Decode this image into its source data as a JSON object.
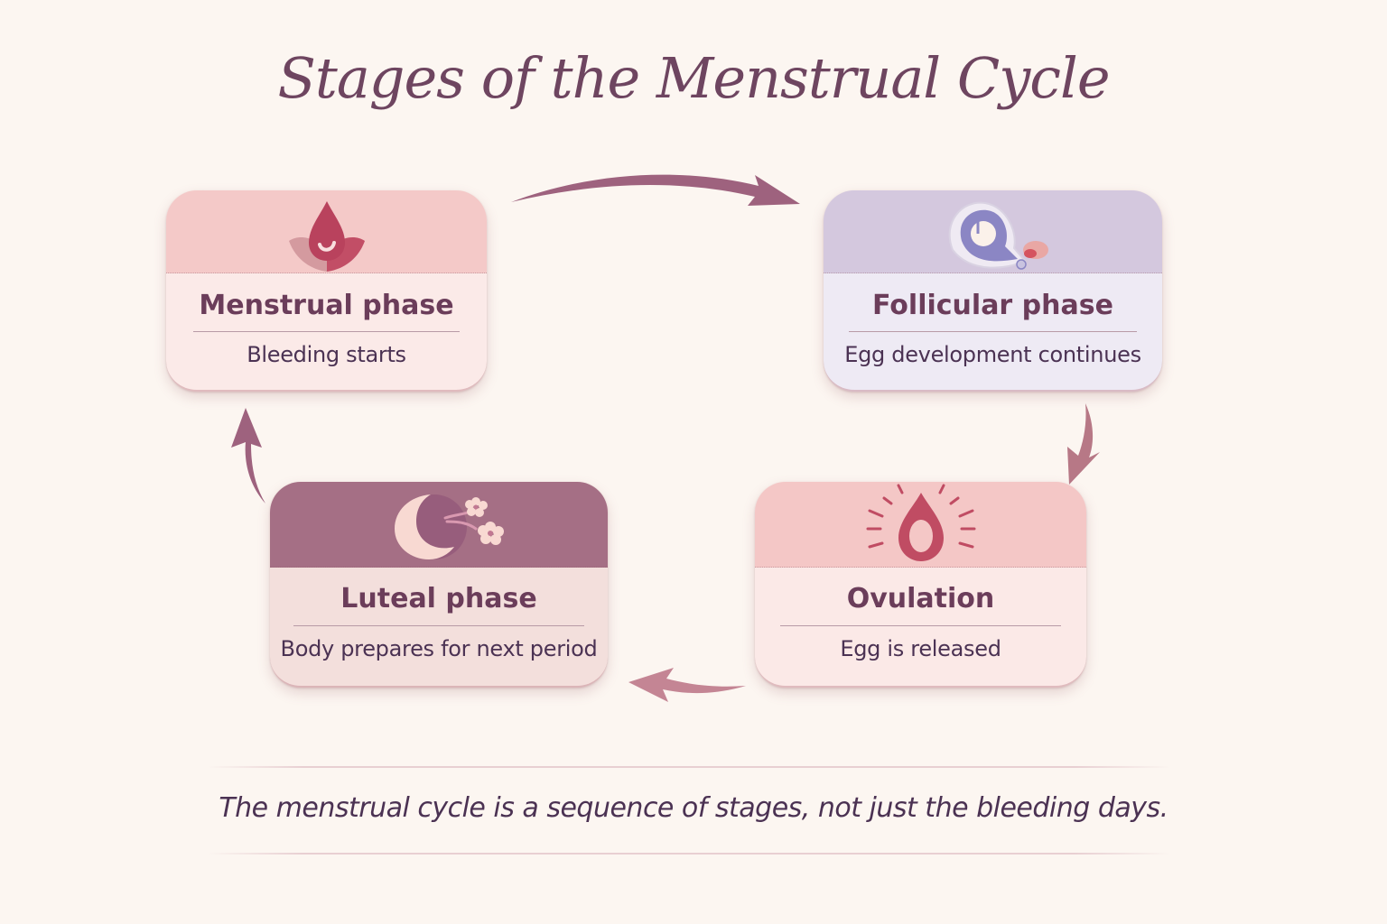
{
  "title": "Stages of the Menstrual Cycle",
  "stages": [
    {
      "id": "menstrual",
      "title": "Menstrual phase",
      "subtitle": "Bleeding starts",
      "icon": "blood-drop-hands-icon",
      "band_color": "#f4c9c8",
      "body_color": "#fbeae8"
    },
    {
      "id": "follicular",
      "title": "Follicular phase",
      "subtitle": "Egg development continues",
      "icon": "follicle-egg-icon",
      "band_color": "#d4c8de",
      "body_color": "#eeeaf4"
    },
    {
      "id": "ovulation",
      "title": "Ovulation",
      "subtitle": "Egg is released",
      "icon": "radiant-drop-icon",
      "band_color": "#f4c7c6",
      "body_color": "#fbe9e7"
    },
    {
      "id": "luteal",
      "title": "Luteal phase",
      "subtitle": "Body prepares for next period",
      "icon": "moon-blossom-icon",
      "band_color": "#a56f85",
      "body_color": "#f3dfdc"
    }
  ],
  "flow": [
    "menstrual",
    "follicular",
    "ovulation",
    "luteal",
    "menstrual"
  ],
  "colors": {
    "background": "#fcf6f1",
    "title": "#6e4560",
    "heading": "#6b3d5a",
    "text": "#4b3253",
    "arrow": "#9e627e",
    "accent": "#c04c63"
  },
  "footer": "The menstrual cycle is a sequence of stages, not just the bleeding days."
}
